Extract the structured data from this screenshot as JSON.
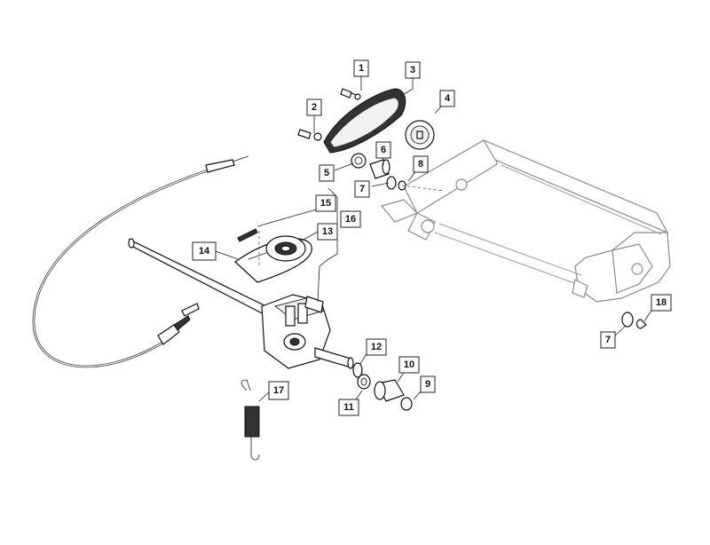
{
  "callouts": [
    {
      "id": "c1",
      "label": "1"
    },
    {
      "id": "c2",
      "label": "2"
    },
    {
      "id": "c3",
      "label": "3"
    },
    {
      "id": "c4",
      "label": "4"
    },
    {
      "id": "c5",
      "label": "5"
    },
    {
      "id": "c6",
      "label": "6"
    },
    {
      "id": "c7a",
      "label": "7"
    },
    {
      "id": "c8",
      "label": "8"
    },
    {
      "id": "c15",
      "label": "15"
    },
    {
      "id": "c16",
      "label": "16"
    },
    {
      "id": "c13",
      "label": "13"
    },
    {
      "id": "c14",
      "label": "14"
    },
    {
      "id": "c12",
      "label": "12"
    },
    {
      "id": "c10",
      "label": "10"
    },
    {
      "id": "c9",
      "label": "9"
    },
    {
      "id": "c11",
      "label": "11"
    },
    {
      "id": "c17",
      "label": "17"
    },
    {
      "id": "c7b",
      "label": "7"
    },
    {
      "id": "c18",
      "label": "18"
    }
  ]
}
